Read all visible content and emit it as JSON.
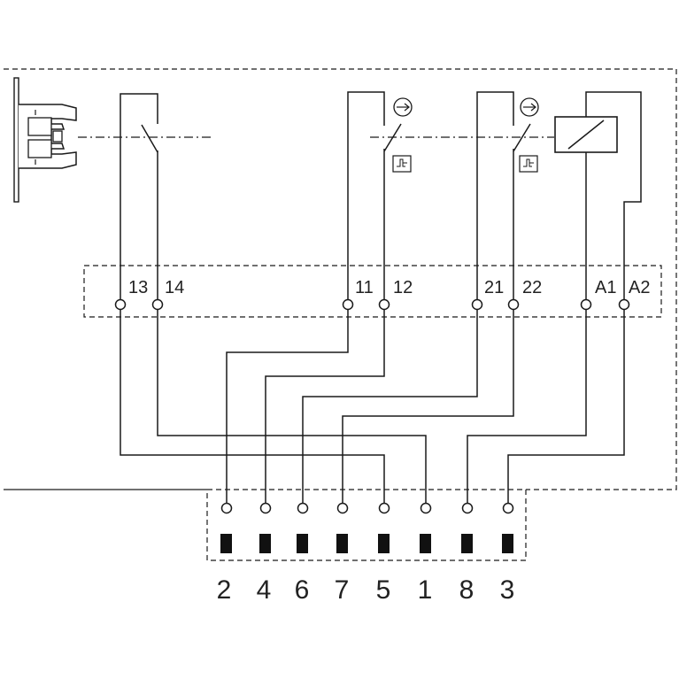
{
  "terminals": {
    "t13": "13",
    "t14": "14",
    "t11": "11",
    "t12": "12",
    "t21": "21",
    "t22": "22",
    "tA1": "A1",
    "tA2": "A2"
  },
  "connector_pins": [
    "2",
    "4",
    "6",
    "7",
    "5",
    "1",
    "8",
    "3"
  ]
}
